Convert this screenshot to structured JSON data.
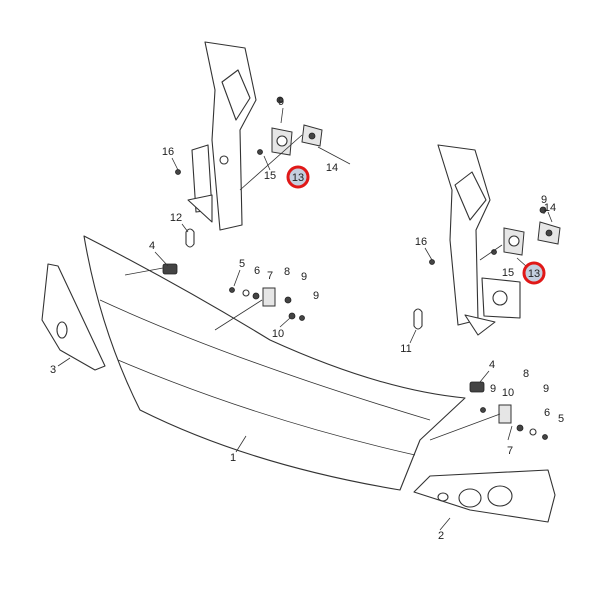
{
  "diagram": {
    "title": "Front bumper exploded parts diagram",
    "highlight_color": "#e01818",
    "callouts": [
      {
        "id": "c9a",
        "label": "9"
      },
      {
        "id": "c16a",
        "label": "16"
      },
      {
        "id": "c15a",
        "label": "15"
      },
      {
        "id": "c13a",
        "label": "13",
        "highlighted": true
      },
      {
        "id": "c14a",
        "label": "14"
      },
      {
        "id": "c12",
        "label": "12"
      },
      {
        "id": "c4a",
        "label": "4"
      },
      {
        "id": "c5a",
        "label": "5"
      },
      {
        "id": "c6a",
        "label": "6"
      },
      {
        "id": "c7a",
        "label": "7"
      },
      {
        "id": "c8a",
        "label": "8"
      },
      {
        "id": "c9b",
        "label": "9"
      },
      {
        "id": "c9c",
        "label": "9"
      },
      {
        "id": "c10a",
        "label": "10"
      },
      {
        "id": "c3",
        "label": "3"
      },
      {
        "id": "c1",
        "label": "1"
      },
      {
        "id": "c9d",
        "label": "9"
      },
      {
        "id": "c14b",
        "label": "14"
      },
      {
        "id": "c16b",
        "label": "16"
      },
      {
        "id": "c15b",
        "label": "15"
      },
      {
        "id": "c13b",
        "label": "13",
        "highlighted": true
      },
      {
        "id": "c11",
        "label": "11"
      },
      {
        "id": "c4b",
        "label": "4"
      },
      {
        "id": "c10b",
        "label": "10"
      },
      {
        "id": "c8b",
        "label": "8"
      },
      {
        "id": "c9e",
        "label": "9"
      },
      {
        "id": "c9f",
        "label": "9"
      },
      {
        "id": "c6b",
        "label": "6"
      },
      {
        "id": "c5b",
        "label": "5"
      },
      {
        "id": "c7b",
        "label": "7"
      },
      {
        "id": "c2",
        "label": "2"
      }
    ]
  }
}
